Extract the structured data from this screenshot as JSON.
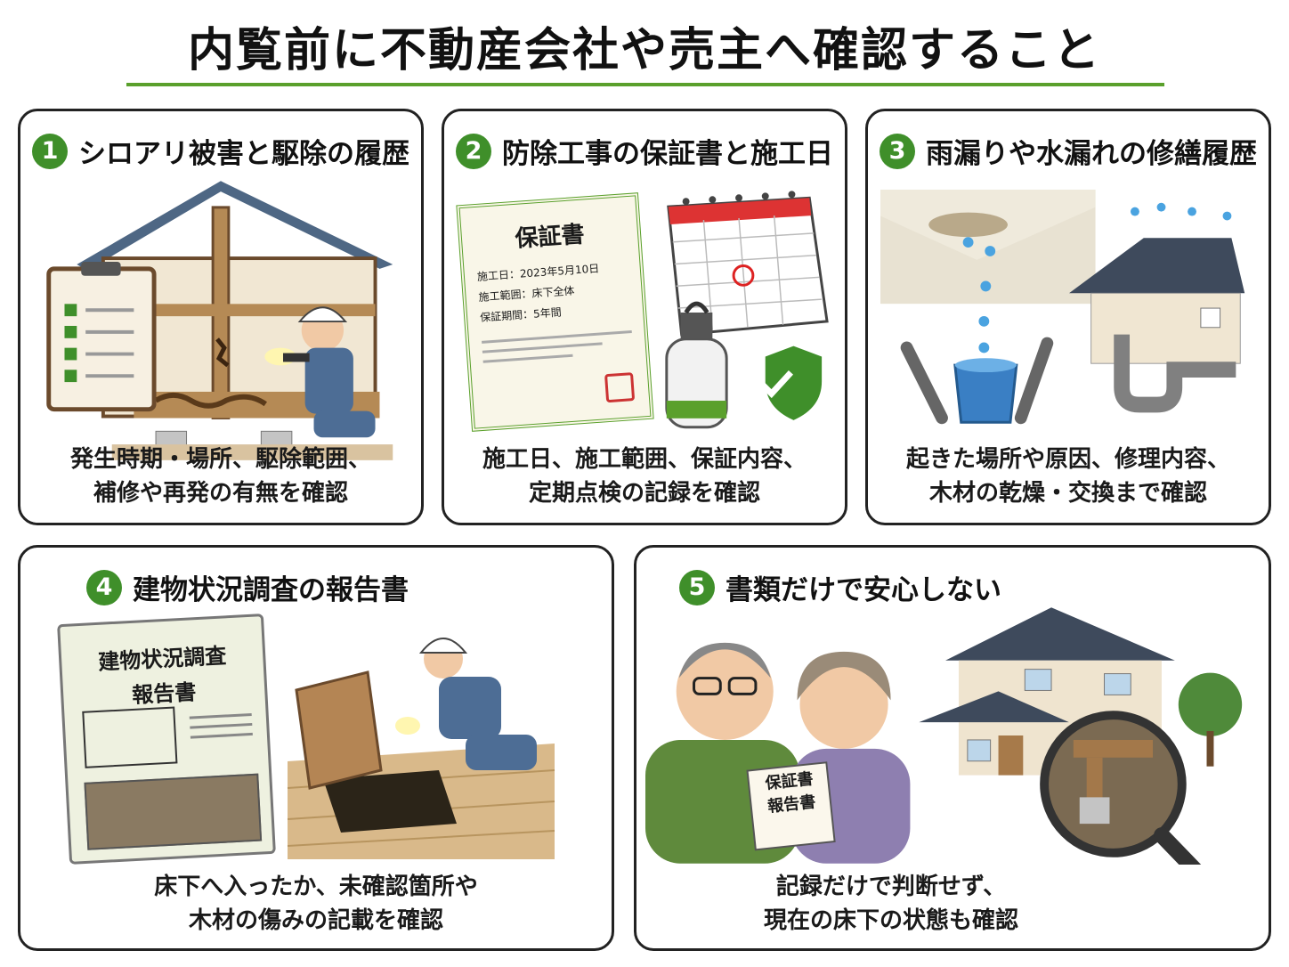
{
  "title": "内覧前に不動産会社や売主へ確認すること",
  "cards": [
    {
      "number": "1",
      "title": "シロアリ被害と駆除の履歴",
      "desc": [
        "発生時期・場所、駆除範囲、",
        "補修や再発の有無を確認"
      ]
    },
    {
      "number": "2",
      "title": "防除工事の保証書と施工日",
      "desc": [
        "施工日、施工範囲、保証内容、",
        "定期点検の記録を確認"
      ],
      "certificate": {
        "heading": "保証書",
        "lines": [
          "施工日：2023年5月10日",
          "施工範囲：床下全体",
          "保証期間：5年間"
        ]
      }
    },
    {
      "number": "3",
      "title": "雨漏りや水漏れの修繕履歴",
      "desc": [
        "起きた場所や原因、修理内容、",
        "木材の乾燥・交換まで確認"
      ]
    },
    {
      "number": "4",
      "title": "建物状況調査の報告書",
      "desc": [
        "床下へ入ったか、未確認箇所や",
        "木材の傷みの記載を確認"
      ],
      "report": {
        "line1": "建物状況調査",
        "line2": "報告書"
      }
    },
    {
      "number": "5",
      "title": "書類だけで安心しない",
      "desc": [
        "記録だけで判断せず、",
        "現在の床下の状態も確認"
      ],
      "papers": {
        "line1": "保証書",
        "line2": "報告書"
      }
    }
  ],
  "colors": {
    "accent": "#3f8f2a",
    "rule": "#5aa02c",
    "border": "#222222"
  }
}
